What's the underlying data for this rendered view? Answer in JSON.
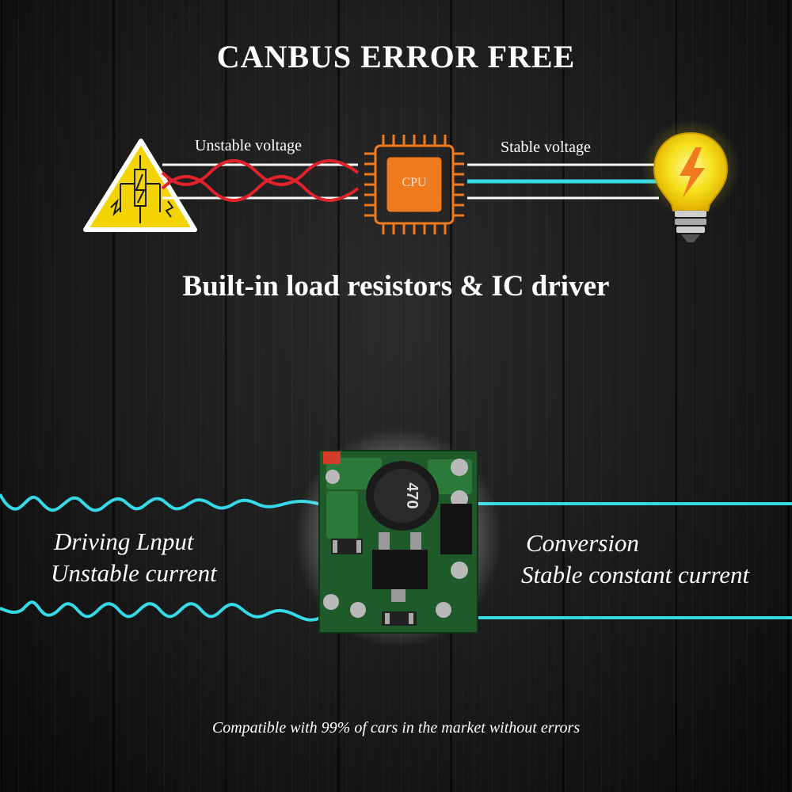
{
  "header": {
    "title": "CANBUS ERROR FREE"
  },
  "diagram": {
    "input_label": "Unstable voltage",
    "chip_label": "CPU",
    "output_label": "Stable voltage",
    "chip_component_label": "470",
    "wire_color_unstable": "#e0232a",
    "wire_color_stable": "#36d9e6",
    "chip_color": "#f07a1e",
    "bulb_color": "#f6e11b"
  },
  "feature": {
    "subtitle": "Built-in load resistors & IC driver"
  },
  "flow": {
    "left_line1": "Driving Lnput",
    "left_line2": "Unstable current",
    "right_line1": "Conversion",
    "right_line2": "Stable constant current"
  },
  "footer": {
    "note": "Compatible with 99% of cars in the market without errors"
  },
  "icons": [
    "high-voltage-warning-icon",
    "cpu-chip-icon",
    "light-bulb-icon",
    "circuit-board-image"
  ]
}
